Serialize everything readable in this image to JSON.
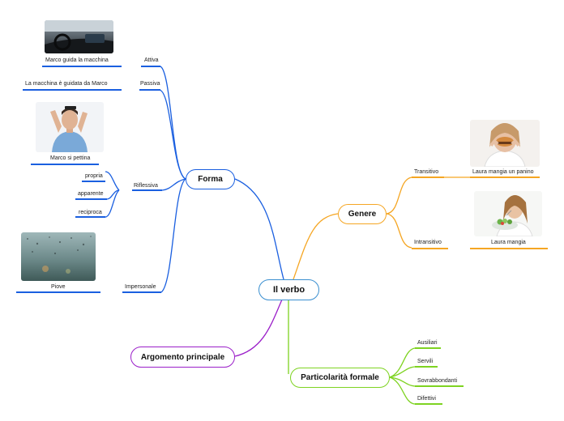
{
  "root": {
    "label": "Il verbo"
  },
  "branches": {
    "forma": {
      "label": "Forma",
      "color": "#1a5fe0",
      "items": {
        "attiva": "Attiva",
        "attiva_example": "Marco  guida la macchina",
        "passiva": "Passiva",
        "passiva_example": "La macchina è guidata da Marco",
        "riflessiva": "Riflessiva",
        "riflessiva_example": "Marco si pettina",
        "propria": "propria",
        "apparente": "apparente",
        "reciproca": "reciproca",
        "impersonale": "Impersonale",
        "impersonale_example": "Piove"
      }
    },
    "genere": {
      "label": "Genere",
      "color": "#f5a623",
      "items": {
        "transitivo": "Transitivo",
        "transitivo_example": "Laura mangia un panino",
        "intransitivo": "Intransitivo",
        "intransitivo_example": "Laura mangia"
      }
    },
    "argomento": {
      "label": "Argomento principale",
      "color": "#9b1fc9"
    },
    "particolarita": {
      "label": "Particolarità formale",
      "color": "#7ed321",
      "items": {
        "ausiliari": "Ausiliari",
        "servili": "Servili",
        "sovrabbondanti": "Sovrabbondanti",
        "difettivi": "Difettivi"
      }
    }
  },
  "icons": {
    "car": "car-dashboard-image",
    "man": "man-combing-image",
    "rain": "rain-window-image",
    "burger": "woman-eating-burger-image",
    "salad": "woman-eating-salad-image"
  }
}
